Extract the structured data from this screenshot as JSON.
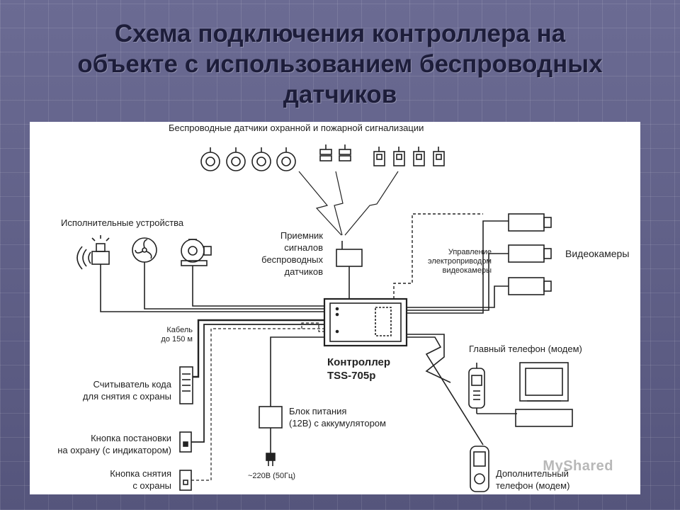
{
  "slide": {
    "title_lines": [
      "Схема подключения контроллера на",
      "объекте с использованием беспроводных",
      "датчиков"
    ]
  },
  "diagram": {
    "sensors_label": "Беспроводные датчики охранной и пожарной сигнализации",
    "actuators_label": "Исполнительные устройства",
    "receiver_label": [
      "Приемник",
      "сигналов",
      "беспроводных",
      "датчиков"
    ],
    "camera_control_label": [
      "Управление",
      "электроприводом",
      "видеокамеры"
    ],
    "cameras_label": "Видеокамеры",
    "cable_label": [
      "Кабель",
      "до 150 м"
    ],
    "controller_label": [
      "Контроллер",
      "TSS-705р"
    ],
    "main_phone_label": "Главный телефон (модем)",
    "code_reader_label": [
      "Считыватель кода",
      "для снятия с охраны"
    ],
    "arm_button_label": [
      "Кнопка постановки",
      "на охрану (с индикатором)"
    ],
    "disarm_button_label": [
      "Кнопка снятия",
      "с охраны"
    ],
    "power_label": [
      "Блок питания",
      "(12В) с аккумулятором"
    ],
    "mains_label": "~220В (50Гц)",
    "extra_phone_label": [
      "Дополнительный",
      "телефон (модем)"
    ]
  },
  "watermark": "MyShared",
  "colors": {
    "background": "#5d5d84",
    "title": "#1d1d3a",
    "line": "#222222"
  }
}
